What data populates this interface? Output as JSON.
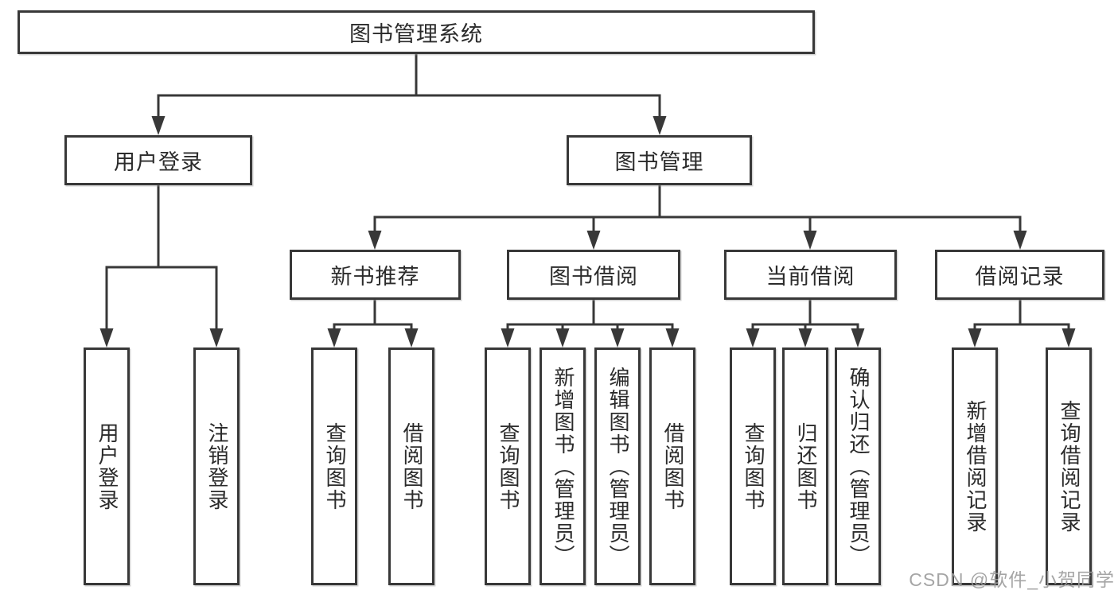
{
  "colors": {
    "line": "#383838",
    "box_border": "#383838",
    "text": "#2b2b2b",
    "watermark_text": "#9c9c9c",
    "background": "#ffffff"
  },
  "tree": {
    "root": {
      "label": "图书管理系统"
    },
    "user_login": {
      "label": "用户登录",
      "children": [
        {
          "label": "用户登录"
        },
        {
          "label": "注销登录"
        }
      ]
    },
    "book_mgmt": {
      "label": "图书管理",
      "groups": [
        {
          "label": "新书推荐",
          "children": [
            {
              "label": "查询图书"
            },
            {
              "label": "借阅图书"
            }
          ]
        },
        {
          "label": "图书借阅",
          "children": [
            {
              "label": "查询图书"
            },
            {
              "label": "新增图书（管理员）"
            },
            {
              "label": "编辑图书（管理员）"
            },
            {
              "label": "借阅图书"
            }
          ]
        },
        {
          "label": "当前借阅",
          "children": [
            {
              "label": "查询图书"
            },
            {
              "label": "归还图书"
            },
            {
              "label": "确认归还（管理员）"
            }
          ]
        },
        {
          "label": "借阅记录",
          "children": [
            {
              "label": "新增借阅记录"
            },
            {
              "label": "查询借阅记录"
            }
          ]
        }
      ]
    }
  },
  "watermark": {
    "text": "CSDN @软件_小贺同学"
  }
}
